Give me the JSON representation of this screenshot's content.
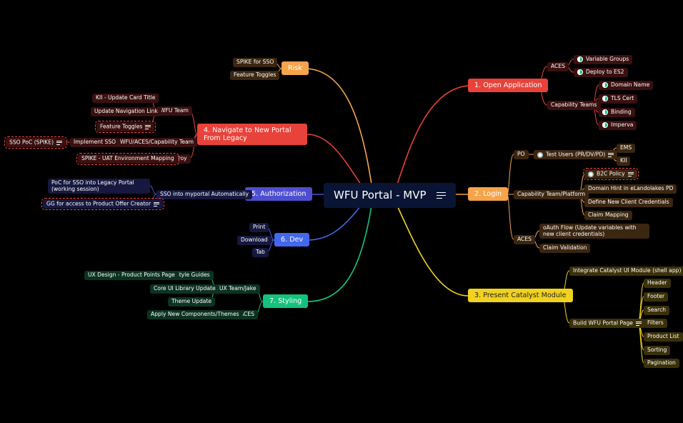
{
  "center": {
    "title": "WFU Portal - MVP"
  },
  "open_app": {
    "label": "1. Open Application",
    "aces": "ACES",
    "variable_groups": "Variable Groups",
    "deploy_es2": "Deploy to ES2",
    "capability_teams": "Capability Teams",
    "domain_name": "Domain Name",
    "tls_cert": "TLS Cert",
    "binding": "Binding",
    "imperva": "Imperva"
  },
  "login": {
    "label": "2. Login",
    "po": "PO",
    "test_users": "Test Users (PR/DV/PD)",
    "ems": "EMS",
    "kii": "KII",
    "cap_team": "Capability Team/Platform",
    "b2c_policy": "B2C Policy",
    "domain_hint": "Domain Hint in eLandolakes PD",
    "define_creds": "Define New Client Credentials",
    "claim_mapping": "Claim Mapping",
    "aces": "ACES",
    "oauth_flow": "oAuth Flow (Update variables with new client credentials)",
    "claim_validation": "Claim Validation"
  },
  "catalyst": {
    "label": "3. Present Catalyst Module",
    "integrate": "Integrate Catalyst UI Module (shell app)",
    "build_page": "Build WFU Portal Page",
    "items": [
      "Header",
      "Footer",
      "Search",
      "Filters",
      "Product List",
      "Sorting",
      "Pagination"
    ]
  },
  "risk": {
    "label": "Risk",
    "spike_sso": "SPIKE for SSO",
    "feature_toggles": "Feature Toggles"
  },
  "navigate": {
    "label": "4. Navigate to New Portal From Legacy",
    "wfu_team": "WFU Team",
    "kii_update": "KII - Update Card Title",
    "update_nav": "Update Navigation Link",
    "feature_toggles": "Feature Toggles",
    "cap_team": "WFU/ACES/Capability Team",
    "implement_sso": "Implement SSO",
    "sso_poc": "SSO PoC (SPIKE)",
    "troy": "Troy",
    "spike_uat": "SPIKE - UAT Environment Mapping"
  },
  "authorization": {
    "label": "5. Authorization",
    "sso_into": "SSO into myportal Automatically",
    "poc_sso": "PoC for SSO into Legacy Portal (working session)",
    "gg_access": "GG for access to Product Offer Creator"
  },
  "dev": {
    "label": "6. Dev",
    "print": "Print",
    "download": "Download",
    "tab": "Tab"
  },
  "styling": {
    "label": "7. Styling",
    "ux_team": "UX Team/Jake",
    "style_guides": "Style Guides",
    "ux_design": "UX Design - Product Points Page",
    "core_ui": "Core UI Library Update",
    "theme_update": "Theme Update",
    "aces": "ACES",
    "apply_new": "Apply New Components/Themes"
  },
  "colors": {
    "background": "#000000",
    "open_app": "#e8423a",
    "login": "#f5a44c",
    "catalyst": "#f1d21f",
    "risk": "#f5a44c",
    "navigate": "#e8423a",
    "authorization": "#4e4fd0",
    "dev": "#4467f0",
    "styling": "#14c27d"
  }
}
